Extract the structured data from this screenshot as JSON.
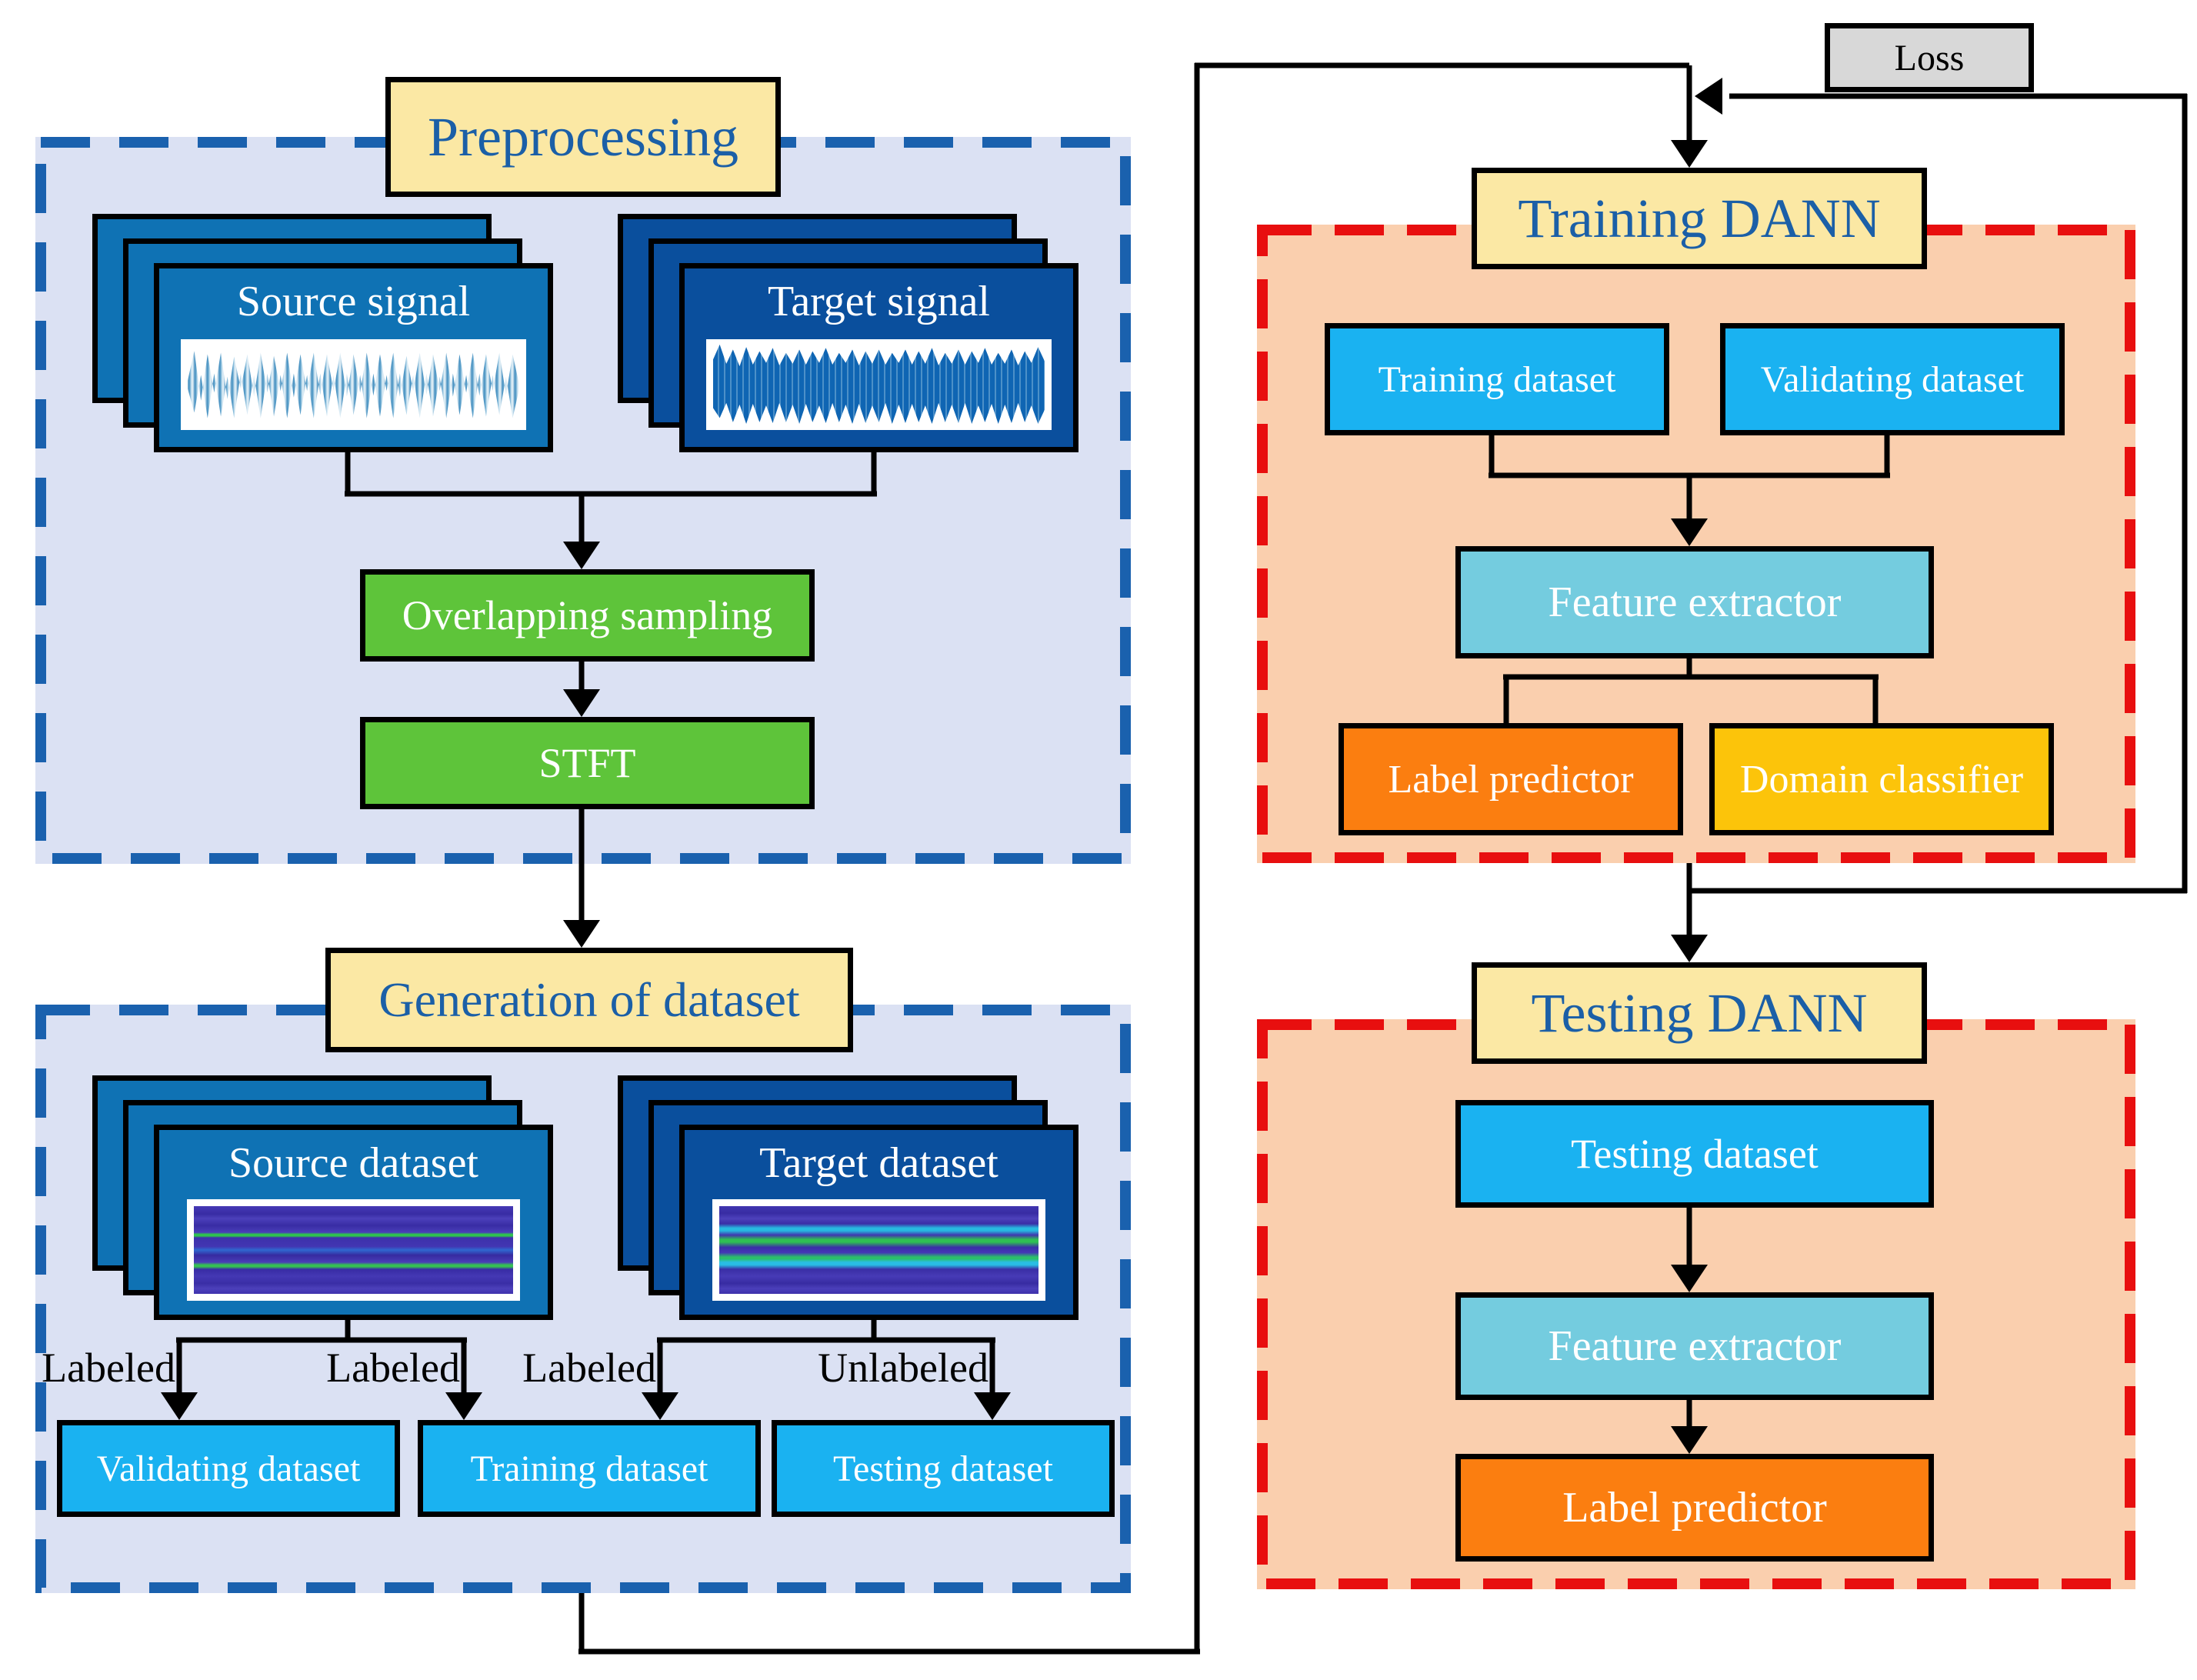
{
  "diagram": {
    "preprocessing": {
      "title": "Preprocessing",
      "source_signal_label": "Source signal",
      "target_signal_label": "Target signal",
      "overlapping_sampling_label": "Overlapping sampling",
      "stft_label": "STFT"
    },
    "generation": {
      "title": "Generation of dataset",
      "source_dataset_label": "Source dataset",
      "target_dataset_label": "Target dataset",
      "branch_labels": {
        "source_to_validating": "Labeled",
        "source_to_training": "Labeled",
        "target_to_training": "Labeled",
        "target_to_testing": "Unlabeled"
      },
      "validating_dataset_label": "Validating dataset",
      "training_dataset_label": "Training dataset",
      "testing_dataset_label": "Testing dataset"
    },
    "training_dann": {
      "title": "Training DANN",
      "training_dataset_label": "Training dataset",
      "validating_dataset_label": "Validating dataset",
      "feature_extractor_label": "Feature extractor",
      "label_predictor_label": "Label predictor",
      "domain_classifier_label": "Domain classifier"
    },
    "testing_dann": {
      "title": "Testing DANN",
      "testing_dataset_label": "Testing dataset",
      "feature_extractor_label": "Feature extractor",
      "label_predictor_label": "Label predictor"
    },
    "loss_label": "Loss"
  },
  "colors": {
    "header_fill": "#fbe8a4",
    "header_text": "#1b5fa7",
    "lavender_container": "#dbe1f3",
    "peach_container": "#facfae",
    "blue_dash": "#1a61ae",
    "red_dash": "#e80f0f",
    "green_box": "#5ec43a",
    "cyan_box": "#1ab2f1",
    "feature_extractor_box": "#74ccdf",
    "label_predictor_box": "#fb7e10",
    "domain_classifier_box": "#fcc40a",
    "loss_fill": "#d8d8d8",
    "source_card": "#0f72b4",
    "target_card": "#0a4f9d"
  }
}
